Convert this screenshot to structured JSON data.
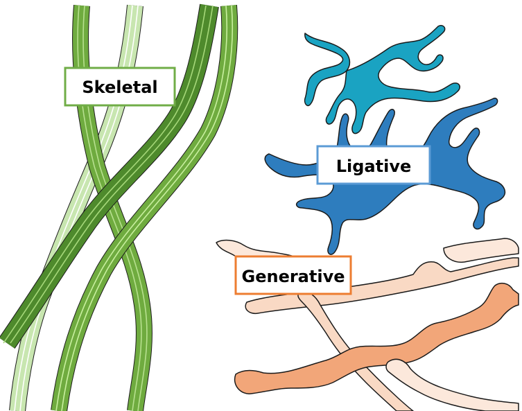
{
  "labels": {
    "skeletal": "Skeletal",
    "ligative": "Ligative",
    "generative": "Generative"
  },
  "colors": {
    "skeletal_dark": "#4e8a2c",
    "skeletal_mid": "#6fab3f",
    "skeletal_light": "#c8e6b0",
    "skeletal_border": "#70ad47",
    "ligative_dark": "#2e7dbe",
    "ligative_cyan": "#1aa3c2",
    "ligative_border": "#5b9bd5",
    "generative_mid": "#f2a679",
    "generative_light": "#f9d9c4",
    "generative_pale": "#fce8db",
    "generative_border": "#ed7d31"
  }
}
